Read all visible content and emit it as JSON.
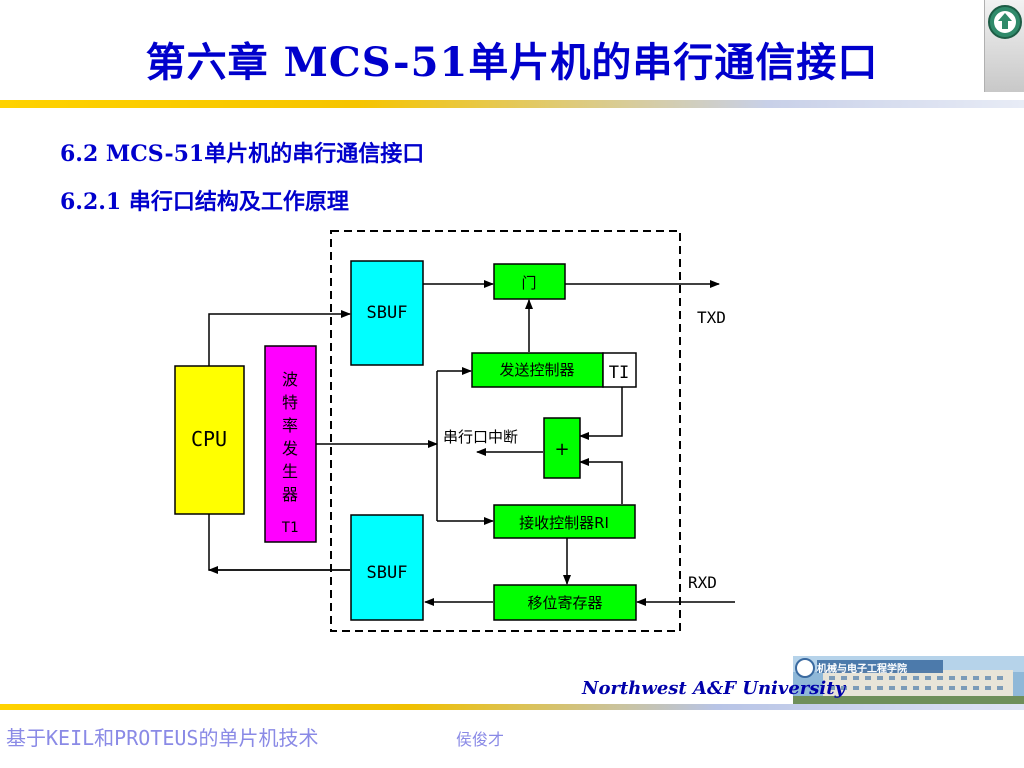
{
  "slide": {
    "title": "第六章   MCS-51单片机的串行通信接口",
    "subtitle_1": "6.2  MCS-51单片机的串行通信接口",
    "subtitle_2": "6.2.1 串行口结构及工作原理"
  },
  "diagram": {
    "blocks": {
      "sbuf_top": "SBUF",
      "sbuf_bottom": "SBUF",
      "cpu": "CPU",
      "baud_gen": "波特率发生器T1",
      "gate": "门",
      "send_ctrl": "发送控制器",
      "ti_flag": "TI",
      "or_gate": "+",
      "recv_ctrl": "接收控制器RI",
      "shift_reg": "移位寄存器"
    },
    "labels": {
      "txd": "TXD",
      "rxd": "RXD",
      "serial_interrupt": "串行口中断"
    },
    "colors": {
      "sbuf": "#00ffff",
      "cpu": "#ffff00",
      "baud": "#ff00ff",
      "ctrl": "#00ff00"
    }
  },
  "footer": {
    "course": "基于KEIL和PROTEUS的单片机技术",
    "author": "侯俊才",
    "university": "Northwest  A&F  University",
    "college_logo": "机械与电子工程学院"
  },
  "theme": {
    "title_color": "#0000cc",
    "footer_text_color": "#8a8ae6"
  }
}
